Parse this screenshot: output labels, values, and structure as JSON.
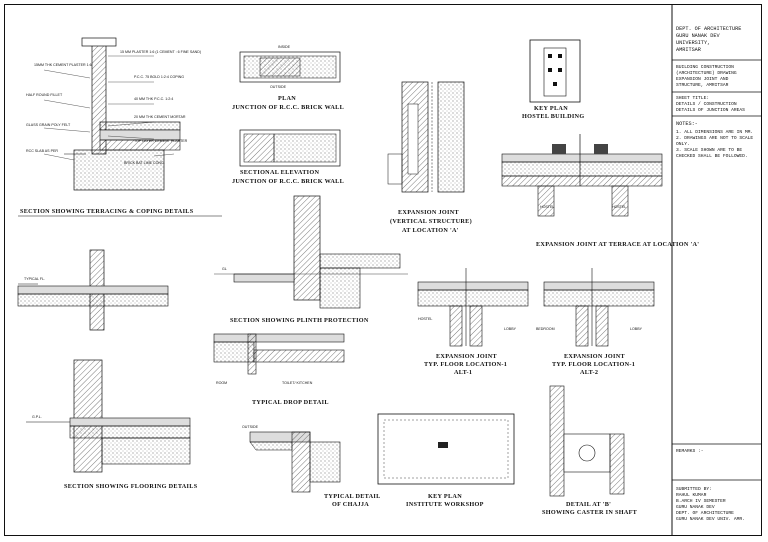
{
  "title_block": {
    "dept": [
      "DEPT. OF ARCHITECTURE",
      "GURU NANAK DEV",
      "UNIVERSITY,",
      "AMRITSAR"
    ],
    "subject": [
      "BUILDING CONSTRUCTION",
      "(ARCHITECTURE) DRAWING",
      "EXPANSION JOINT AND",
      "STRUCTURE, AMRITSAR"
    ],
    "sheet_title": [
      "SHEET TITLE:",
      "DETAILS / CONSTRUCTION",
      "DETAILS OF JUNCTION AREAS"
    ],
    "notes_heading": "NOTES:-",
    "notes": [
      "1. ALL DIMENSIONS ARE IN MM.",
      "2. DRAWINGS ARE NOT TO SCALE",
      "ONLY.",
      "3. SCALE SHOWN ARE TO BE",
      "CHECKED SHALL BE FOLLOWED."
    ],
    "remarks": "REMARKS :-",
    "submitted": [
      "SUBMITTED BY:",
      "RAHUL KUMAR",
      "B.ARCH IV SEMESTER",
      "GURU NANAK DEV",
      "DEPT. OF ARCHITECTURE",
      "GURU NANAK DEV UNIV. AMR."
    ]
  },
  "drawings": {
    "terracing": "SECTION SHOWING TERRACING & COPING DETAILS",
    "rcc_plan_inside": "INSIDE",
    "rcc_plan_outside": "OUTSIDE",
    "rcc_plan": "PLAN",
    "rcc_junction": "JUNCTION OF R.C.C. BRICK WALL",
    "rcc_sectional": "SECTIONAL ELEVATION",
    "rcc_junction2": "JUNCTION OF R.C.C. BRICK WALL",
    "key_plan_hostel": [
      "KEY PLAN",
      "HOSTEL BUILDING"
    ],
    "exp_joint_a": [
      "EXPANSION JOINT",
      "(VERTICAL STRUCTURE)",
      "AT LOCATION 'A'"
    ],
    "exp_joint_terrace": "EXPANSION JOINT AT TERRACE AT LOCATION 'A'",
    "plinth": "SECTION SHOWING PLINTH PROTECTION",
    "hostel_tag": "HOSTEL BUILDING",
    "floor_alt1": [
      "EXPANSION JOINT",
      "TYP. FLOOR LOCATION-1",
      "ALT-1"
    ],
    "floor_alt2": [
      "EXPANSION JOINT",
      "TYP. FLOOR LOCATION-1",
      "ALT-2"
    ],
    "hostel": "HOSTEL",
    "lobby": "LOBBY",
    "bedroom": "BEDROOM",
    "typical_fl": "TYPICAL FL.",
    "flooring": "SECTION SHOWING FLOORING DETAILS",
    "room": "ROOM",
    "toilet": "TOILET/ KITCHEN",
    "drop": "TYPICAL DROP DETAIL",
    "outside": "OUTSIDE",
    "chajja": [
      "TYPICAL DETAIL",
      "OF CHAJJA"
    ],
    "key_plan_workshop": [
      "KEY PLAN",
      "INSTITUTE WORKSHOP"
    ],
    "detail_b": [
      "DETAIL AT 'B'",
      "SHOWING CASTER IN SHAFT"
    ],
    "gpl": "G.P.L.",
    "gl": "GL"
  }
}
